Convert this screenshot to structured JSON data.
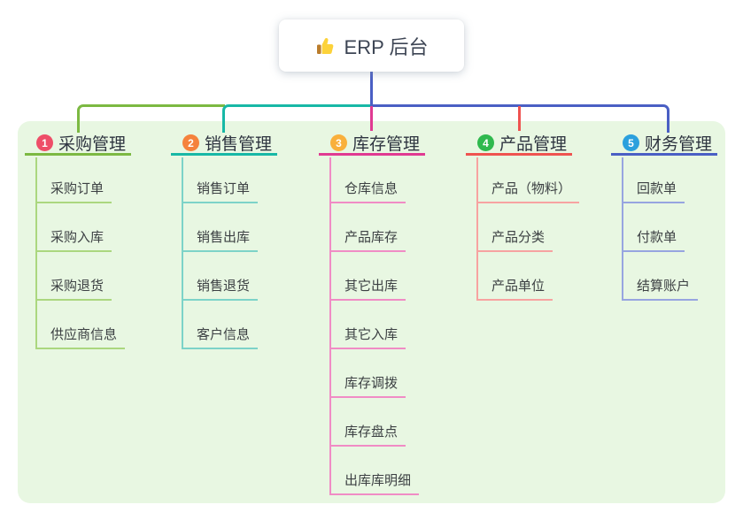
{
  "root": {
    "label": "ERP 后台",
    "icon": "thumbs-up"
  },
  "panel": {
    "background": "#e8f7e2"
  },
  "connector": {
    "stem_color": "#4a5fc4"
  },
  "branches": [
    {
      "number": "1",
      "label": "采购管理",
      "colors": {
        "circle": "#ee4e68",
        "main": "#7cb942",
        "light": "#abd77f"
      },
      "items": [
        "采购订单",
        "采购入库",
        "采购退货",
        "供应商信息"
      ]
    },
    {
      "number": "2",
      "label": "销售管理",
      "colors": {
        "circle": "#f5823c",
        "main": "#17b8a6",
        "light": "#7dd3c8"
      },
      "items": [
        "销售订单",
        "销售出库",
        "销售退货",
        "客户信息"
      ]
    },
    {
      "number": "3",
      "label": "库存管理",
      "colors": {
        "circle": "#f9b03c",
        "main": "#e03a92",
        "light": "#f08cc5"
      },
      "items": [
        "仓库信息",
        "产品库存",
        "其它出库",
        "其它入库",
        "库存调拨",
        "库存盘点",
        "出库库明细"
      ]
    },
    {
      "number": "4",
      "label": "产品管理",
      "colors": {
        "circle": "#2fb94e",
        "main": "#ef5350",
        "light": "#f7a3a1"
      },
      "items": [
        "产品（物料）",
        "产品分类",
        "产品单位"
      ]
    },
    {
      "number": "5",
      "label": "财务管理",
      "colors": {
        "circle": "#2ba0dd",
        "main": "#4a5fc4",
        "light": "#97a5e0"
      },
      "items": [
        "回款单",
        "付款单",
        "结算账户"
      ]
    }
  ]
}
